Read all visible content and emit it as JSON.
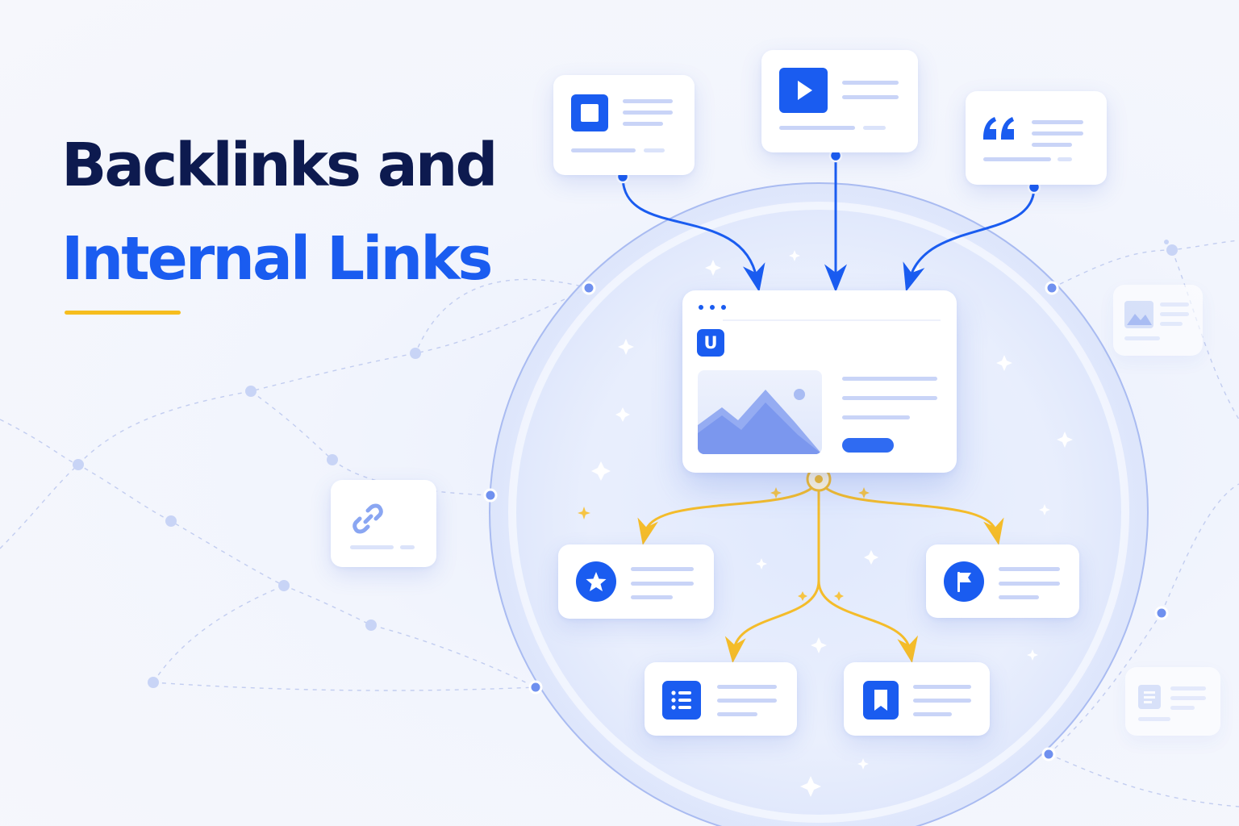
{
  "heading": {
    "line1": "Backlinks and",
    "line2": "Internal Links"
  },
  "hub_page": {
    "logo_letter": "U"
  },
  "icons": {
    "external": [
      "square-icon",
      "play-icon",
      "quote-icon"
    ],
    "internal": [
      "star-icon",
      "flag-icon",
      "list-icon",
      "bookmark-icon"
    ],
    "side": [
      "link-icon",
      "image-icon",
      "document-icon"
    ]
  },
  "colors": {
    "brand_blue": "#1a5cf0",
    "heading_navy": "#0d1a4f",
    "accent_yellow": "#f6bd1e",
    "internal_link_yellow": "#f4bc2a",
    "backlink_blue": "#1a5cf0"
  }
}
